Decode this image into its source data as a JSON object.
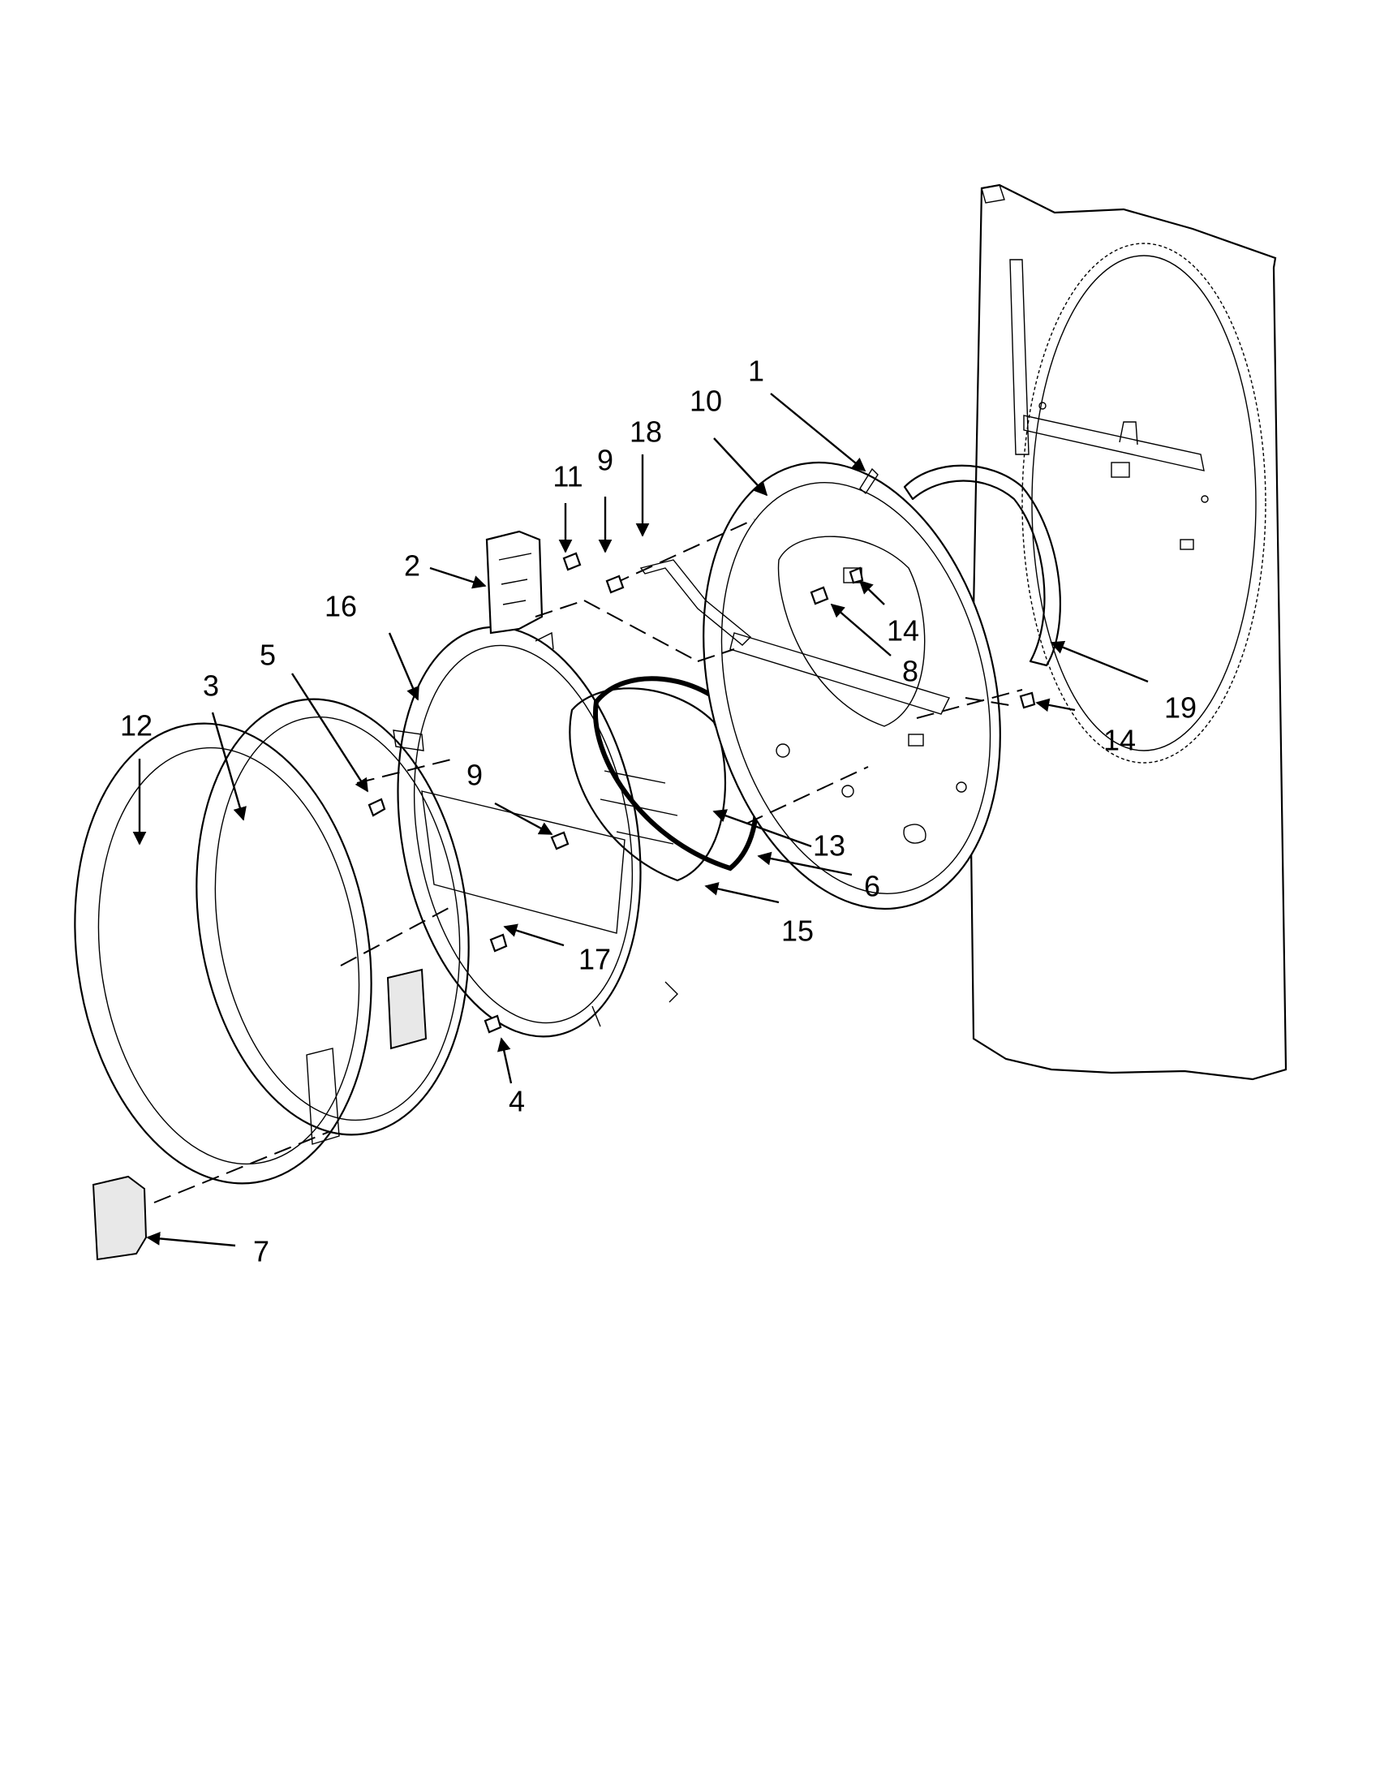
{
  "callouts": [
    {
      "id": "c1",
      "text": "1"
    },
    {
      "id": "c2",
      "text": "2"
    },
    {
      "id": "c3",
      "text": "3"
    },
    {
      "id": "c4",
      "text": "4"
    },
    {
      "id": "c5",
      "text": "5"
    },
    {
      "id": "c6",
      "text": "6"
    },
    {
      "id": "c7",
      "text": "7"
    },
    {
      "id": "c8",
      "text": "8"
    },
    {
      "id": "c9a",
      "text": "9"
    },
    {
      "id": "c9b",
      "text": "9"
    },
    {
      "id": "c10",
      "text": "10"
    },
    {
      "id": "c11",
      "text": "11"
    },
    {
      "id": "c12",
      "text": "12"
    },
    {
      "id": "c13",
      "text": "13"
    },
    {
      "id": "c14a",
      "text": "14"
    },
    {
      "id": "c14b",
      "text": "14"
    },
    {
      "id": "c15",
      "text": "15"
    },
    {
      "id": "c16",
      "text": "16"
    },
    {
      "id": "c17",
      "text": "17"
    },
    {
      "id": "c18",
      "text": "18"
    },
    {
      "id": "c19",
      "text": "19"
    }
  ]
}
